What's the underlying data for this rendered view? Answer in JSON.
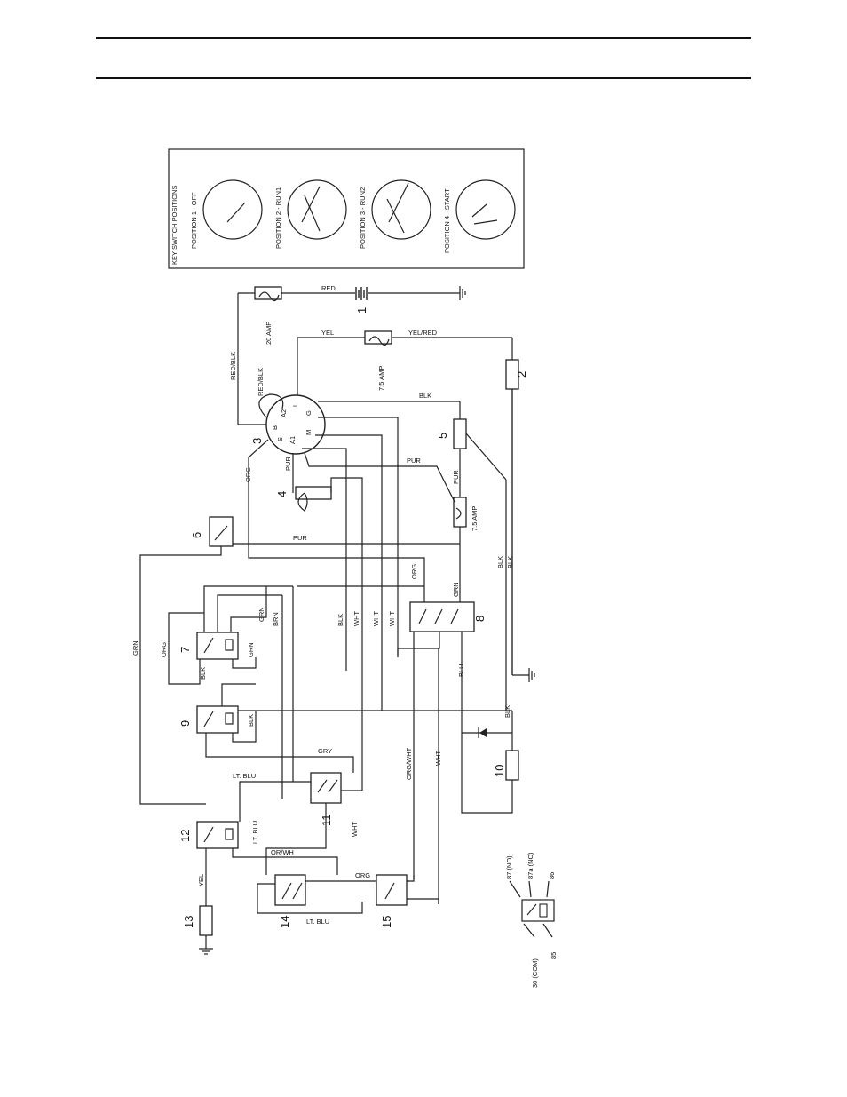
{
  "key_switch": {
    "title": "KEY SWITCH POSITIONS",
    "positions": [
      {
        "label": "POSITION 1 - OFF"
      },
      {
        "label": "POSITION 2 - RUN1"
      },
      {
        "label": "POSITION 3 - RUN2"
      },
      {
        "label": "POSITION 4 - START"
      }
    ],
    "terminals": [
      "B",
      "A2",
      "L",
      "G",
      "M",
      "A1",
      "S"
    ]
  },
  "components": [
    "1",
    "2",
    "3",
    "4",
    "5",
    "6",
    "7",
    "8",
    "9",
    "10",
    "11",
    "12",
    "13",
    "14",
    "15"
  ],
  "fuses": {
    "f20": "20 AMP",
    "f75a": "7.5 AMP",
    "f75b": "7.5 AMP"
  },
  "wires": {
    "red": "RED",
    "red_blk": "RED/BLK",
    "red_blk2": "RED/BLK",
    "yel": "YEL",
    "yel_red": "YEL/RED",
    "blk_top": "BLK",
    "org_a": "ORG",
    "pur_a": "PUR",
    "pur_b": "PUR",
    "pur_c": "PUR",
    "pur_d": "PUR",
    "grn_a": "GRN",
    "org_b": "ORG",
    "grn_b": "GRN",
    "grn_c": "GRN",
    "brn": "BRN",
    "blk_a": "BLK",
    "wht_a": "WHT",
    "wht_b": "WHT",
    "wht_c": "WHT",
    "org_c": "ORG",
    "grn_d": "GRN",
    "blk_b": "BLK",
    "blk_c": "BLK",
    "blk_d": "BLK",
    "blk_e": "BLK",
    "blu": "BLU",
    "blk_f": "BLK",
    "gry": "GRY",
    "lt_blu_a": "LT. BLU",
    "lt_blu_b": "LT. BLU",
    "org_wht": "ORG/WHT",
    "wht_d": "WHT",
    "wht_e": "WHT",
    "or_wh": "OR/WH",
    "org_d": "ORG",
    "lt_blu_c": "LT. BLU",
    "yel_b": "YEL"
  },
  "relay_legend": {
    "no": "87 (NO)",
    "nc": "87a (NC)",
    "t86": "86",
    "com": "30 (COM)",
    "t85": "85"
  }
}
